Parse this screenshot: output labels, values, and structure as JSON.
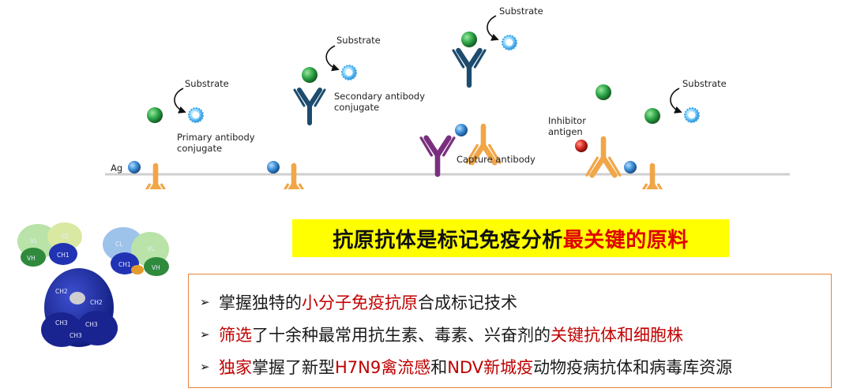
{
  "elisa_diagram": {
    "labels": {
      "substrate": "Substrate",
      "ag": "Ag",
      "primary_line1": "Primary antibody",
      "primary_line2": "conjugate",
      "secondary_line1": "Secondary antibody",
      "secondary_line2": "conjugate",
      "capture": "Capture antibody",
      "inhibitor_line1": "Inhibitor",
      "inhibitor_line2": "antigen"
    },
    "colors": {
      "antibody_orange": "#f0a648",
      "antibody_navy": "#1c4b6e",
      "capture_purple": "#7a2f7e",
      "antigen_blue": "#3c8fd8",
      "enzyme_green": "#2fa84a",
      "inhibitor_red": "#d92b22",
      "substrate_cyan": "#3aa6e6"
    }
  },
  "protein": {
    "labels": {
      "vl": "VL",
      "cl": "CL",
      "vh": "VH",
      "ch1": "CH1",
      "ch2": "CH2",
      "ch3": "CH3"
    }
  },
  "headline": {
    "black_text": "抗原抗体是标记免疫分析",
    "red_text": "最关键的原料"
  },
  "points": {
    "bullet": "➢",
    "p1": {
      "a": "掌握独特的",
      "b": "小分子免疫抗原",
      "c": "合成标记技术"
    },
    "p2": {
      "a": "筛选",
      "b": "了十余种最常用抗生素、毒素、兴奋剂的",
      "c": "关键抗体和细胞株"
    },
    "p3": {
      "a": "独家",
      "b": "掌握了新型",
      "c": "H7N9禽流感",
      "d": "和",
      "e": "NDV新城疫",
      "f": "动物疫病抗体和病毒库资源"
    }
  }
}
